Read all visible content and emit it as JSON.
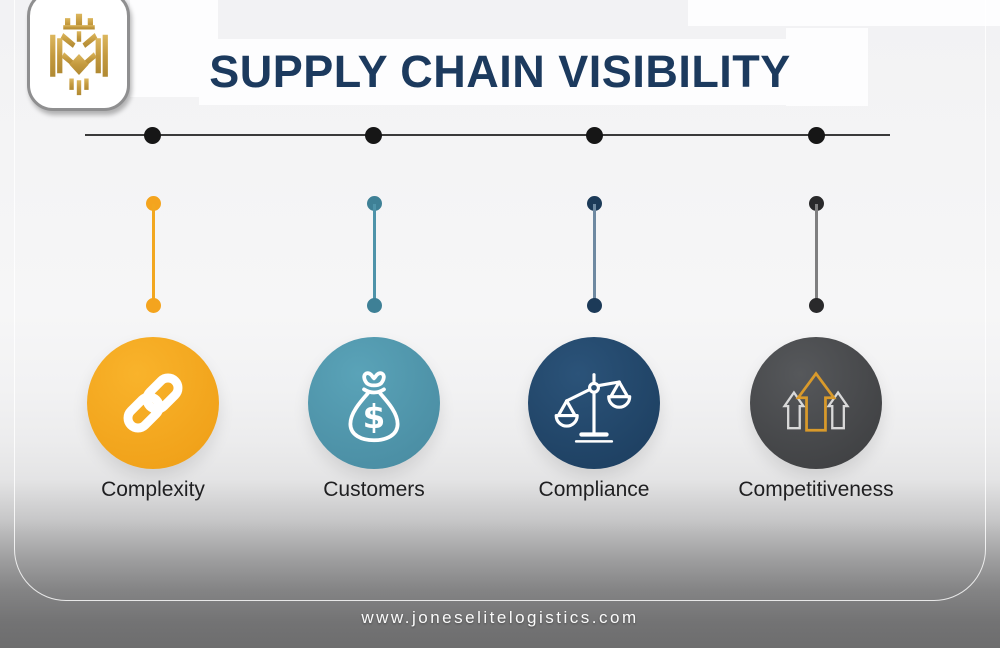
{
  "page": {
    "title": "SUPPLY CHAIN VISIBILITY",
    "website": "www.joneselitelogistics.com"
  },
  "logo": {
    "name": "gold-lion-crest-logo"
  },
  "timeline": {
    "dot_color": "#161616",
    "line_color": "#3a3a3a",
    "node_count": 4
  },
  "items": [
    {
      "label": "Complexity",
      "icon": "chain-link-icon",
      "color": "#F2A71F"
    },
    {
      "label": "Customers",
      "icon": "money-bag-icon",
      "color": "#4E93A9",
      "symbol": "$"
    },
    {
      "label": "Compliance",
      "icon": "balance-scale-icon",
      "color": "#20456A"
    },
    {
      "label": "Competitiveness",
      "icon": "arrows-up-icon",
      "color": "#434548",
      "accent": "#D99A2B"
    }
  ]
}
